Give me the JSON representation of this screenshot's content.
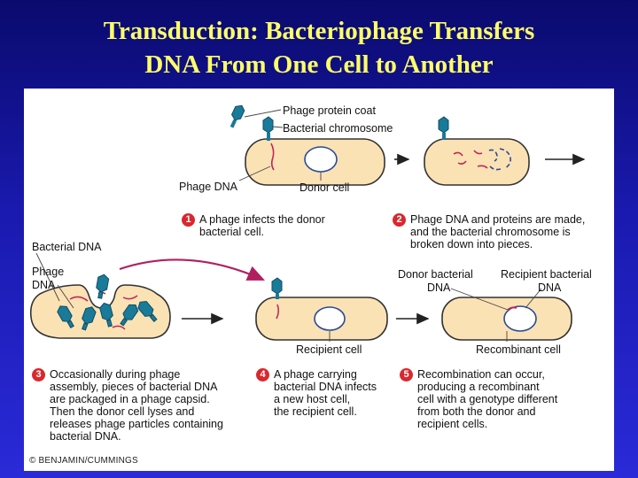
{
  "title": {
    "line1": "Transduction:  Bacteriophage Transfers",
    "line2": "DNA From One Cell to Another"
  },
  "labels": {
    "phage_protein_coat": "Phage protein coat",
    "bacterial_chromosome": "Bacterial chromosome",
    "phage_dna_top": "Phage DNA",
    "donor_cell": "Donor cell",
    "bacterial_dna": "Bacterial DNA",
    "phage_dna_left_1": "Phage",
    "phage_dna_left_2": "DNA",
    "recipient_cell": "Recipient cell",
    "donor_bacterial_dna_1": "Donor bacterial",
    "donor_bacterial_dna_2": "DNA",
    "recipient_bacterial_dna_1": "Recipient bacterial",
    "recipient_bacterial_dna_2": "DNA",
    "recombinant_cell": "Recombinant cell"
  },
  "steps": [
    {
      "num": "1",
      "text": "A phage infects the donor\nbacterial cell."
    },
    {
      "num": "2",
      "text": "Phage DNA and proteins are made,\nand the bacterial chromosome is\nbroken down into pieces."
    },
    {
      "num": "3",
      "text": "Occasionally during phage\nassembly, pieces of bacterial DNA\nare packaged in a phage capsid.\nThen the donor cell lyses and\nreleases phage particles containing\nbacterial DNA."
    },
    {
      "num": "4",
      "text": "A phage carrying\nbacterial DNA infects\na new host cell,\nthe recipient cell."
    },
    {
      "num": "5",
      "text": "Recombination can occur,\nproducing a recombinant\ncell with a genotype different\nfrom both the donor and\nrecipient cells."
    }
  ],
  "copyright": "© BENJAMIN/CUMMINGS",
  "colors": {
    "title": "#ffff66",
    "cell_fill": "#fbe2b4",
    "cell_stroke": "#333333",
    "phage": "#1a7a9a",
    "dna_red": "#c0285a",
    "dna_blue": "#3050a8",
    "step_badge": "#d8282e"
  }
}
